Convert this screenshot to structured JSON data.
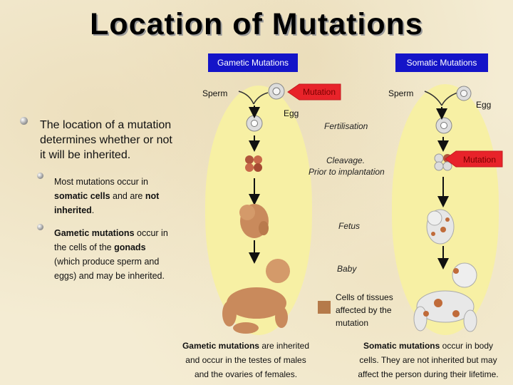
{
  "title": "Location of Mutations",
  "headers": {
    "gametic": "Gametic Mutations",
    "somatic": "Somatic Mutations"
  },
  "diagram": {
    "sperm": "Sperm",
    "egg": "Egg",
    "mutation_label_gametic": "Mutation",
    "mutation_label_somatic": "Mutation",
    "fertilisation": "Fertilisation",
    "cleavage": "Cleavage.",
    "prior_to_implantation": "Prior to implantation",
    "fetus": "Fetus",
    "baby": "Baby"
  },
  "legend": {
    "line1": "Cells of tissues",
    "line2": "affected by the",
    "line3": "mutation"
  },
  "left_text": {
    "main": [
      "The location of a mutation",
      "determines whether or not",
      "it will be inherited."
    ],
    "somatic_point": {
      "line1": "Most mutations occur in",
      "bold1": "somatic cells",
      "mid": " and are ",
      "bold2": "not",
      "bold3": "inherited",
      "end": "."
    },
    "gametic_point": {
      "bold1": "Gametic mutations",
      "line1_rest": " occur in",
      "line2": "the cells of the ",
      "bold2": "gonads",
      "line3": "(which produce sperm and",
      "line4": "eggs) and may be inherited."
    }
  },
  "captions": {
    "gametic": {
      "bold": "Gametic mutations",
      "line1_rest": " are inherited",
      "line2": "and occur in the testes of males",
      "line3": "and the ovaries of females."
    },
    "somatic": {
      "bold": "Somatic mutations",
      "line1_rest": " occur in body",
      "line2": "cells. They are not inherited but may",
      "line3": "affect the person during their lifetime."
    }
  },
  "colors": {
    "header_box": "#1414c8",
    "lane": "#f7f0a4",
    "mutation_arrow": "#e8232a",
    "affected_cells": "#b57a4a"
  }
}
